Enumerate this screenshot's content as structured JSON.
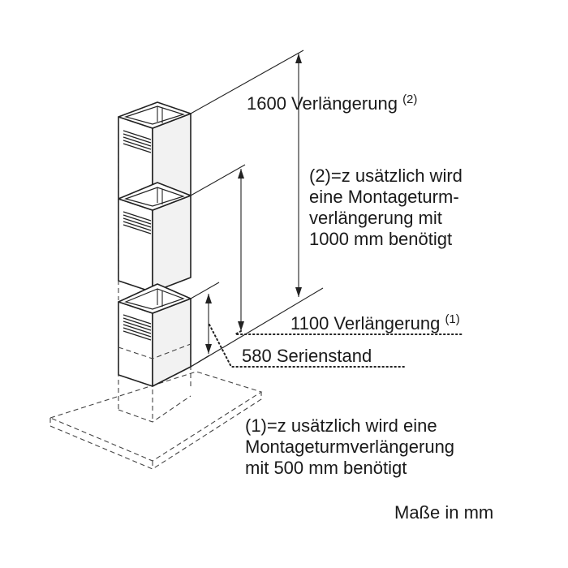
{
  "labels": {
    "ext1600": "1600 Verlängerung",
    "ext1600_ref": "(2)",
    "note2": [
      "(2)=z usätzlich wird",
      "eine Montageturm-",
      "verlängerung mit",
      "1000 mm benötigt"
    ],
    "ext1100": "1100 Verlängerung",
    "ext1100_ref": "(1)",
    "standard580": "580 Serienstand",
    "note1": [
      "(1)=z usätzlich wird eine",
      "Montageturmverlängerung",
      "mit 500 mm benötigt"
    ],
    "units": "Maße in mm"
  }
}
